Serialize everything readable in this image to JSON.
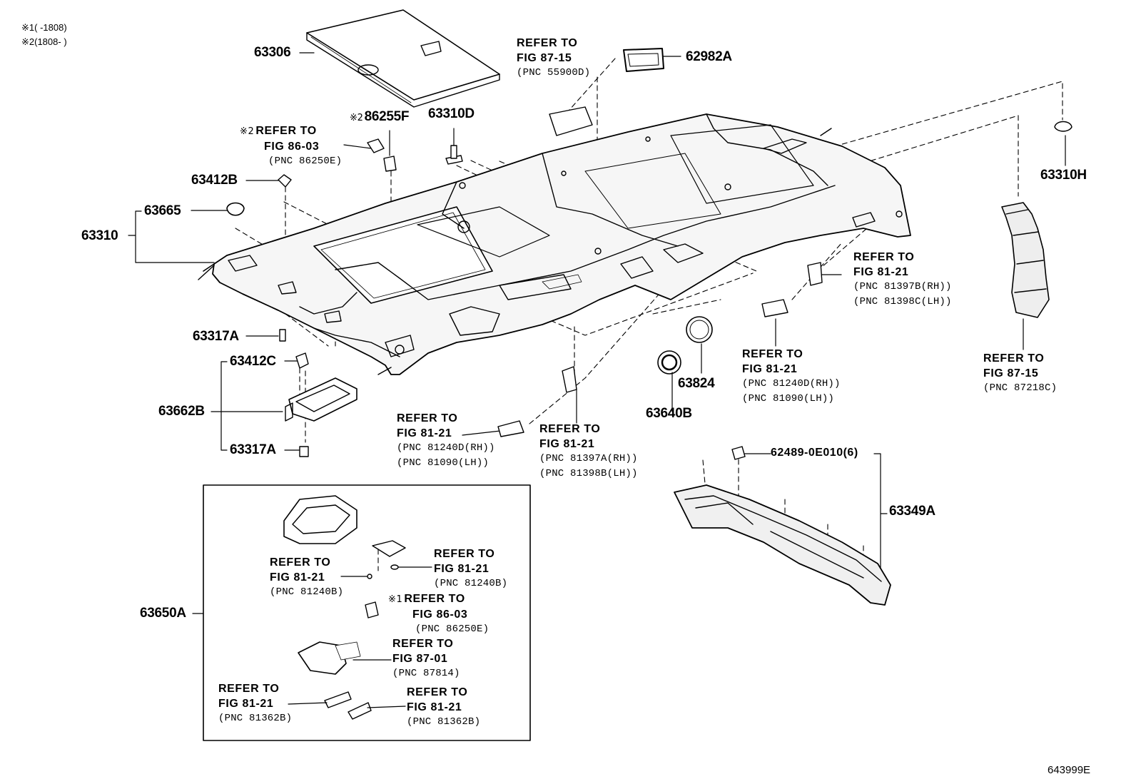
{
  "notes": {
    "n1_mark": "※1",
    "n1_text": "(      -1808)",
    "n2_mark": "※2",
    "n2_text": "(1808-      )"
  },
  "parts": {
    "p63306": "63306",
    "p62982A": "62982A",
    "p86255F": "86255F",
    "p86255F_mark": "※2",
    "p63310D": "63310D",
    "p63412B": "63412B",
    "p63665": "63665",
    "p63310": "63310",
    "p63317A_1": "63317A",
    "p63412C": "63412C",
    "p63662B": "63662B",
    "p63317A_2": "63317A",
    "p63310H": "63310H",
    "p63824": "63824",
    "p63640B": "63640B",
    "p62489": "62489-0E010(6)",
    "p63349A": "63349A",
    "p63650A": "63650A"
  },
  "refs": {
    "r1": {
      "line1": "REFER TO",
      "line2": "FIG 87-15",
      "line3": "(PNC 55900D)"
    },
    "r2": {
      "mark": "※2",
      "line1": "REFER TO",
      "line2": "FIG 86-03",
      "line3": "(PNC 86250E)"
    },
    "r3": {
      "line1": "REFER TO",
      "line2": "FIG 81-21",
      "line3": "(PNC 81397B(RH))",
      "line4": "(PNC 81398C(LH))"
    },
    "r4": {
      "line1": "REFER TO",
      "line2": "FIG 81-21",
      "line3": "(PNC 81240D(RH))",
      "line4": "(PNC 81090(LH))"
    },
    "r5": {
      "line1": "REFER TO",
      "line2": "FIG 87-15",
      "line3": "(PNC 87218C)"
    },
    "r6": {
      "line1": "REFER TO",
      "line2": "FIG 81-21",
      "line3": "(PNC 81240D(RH))",
      "line4": "(PNC 81090(LH))"
    },
    "r7": {
      "line1": "REFER TO",
      "line2": "FIG 81-21",
      "line3": "(PNC 81397A(RH))",
      "line4": "(PNC 81398B(LH))"
    },
    "r8": {
      "line1": "REFER TO",
      "line2": "FIG 81-21",
      "line3": "(PNC 81240B)"
    },
    "r9": {
      "line1": "REFER TO",
      "line2": "FIG 81-21",
      "line3": "(PNC 81240B)"
    },
    "r10": {
      "mark": "※1",
      "line1": "REFER TO",
      "line2": "FIG 86-03",
      "line3": "(PNC 86250E)"
    },
    "r11": {
      "line1": "REFER TO",
      "line2": "FIG 87-01",
      "line3": "(PNC 87814)"
    },
    "r12": {
      "line1": "REFER TO",
      "line2": "FIG 81-21",
      "line3": "(PNC 81362B)"
    },
    "r13": {
      "line1": "REFER TO",
      "line2": "FIG 81-21",
      "line3": "(PNC 81362B)"
    }
  },
  "footer": {
    "code": "643999E"
  }
}
